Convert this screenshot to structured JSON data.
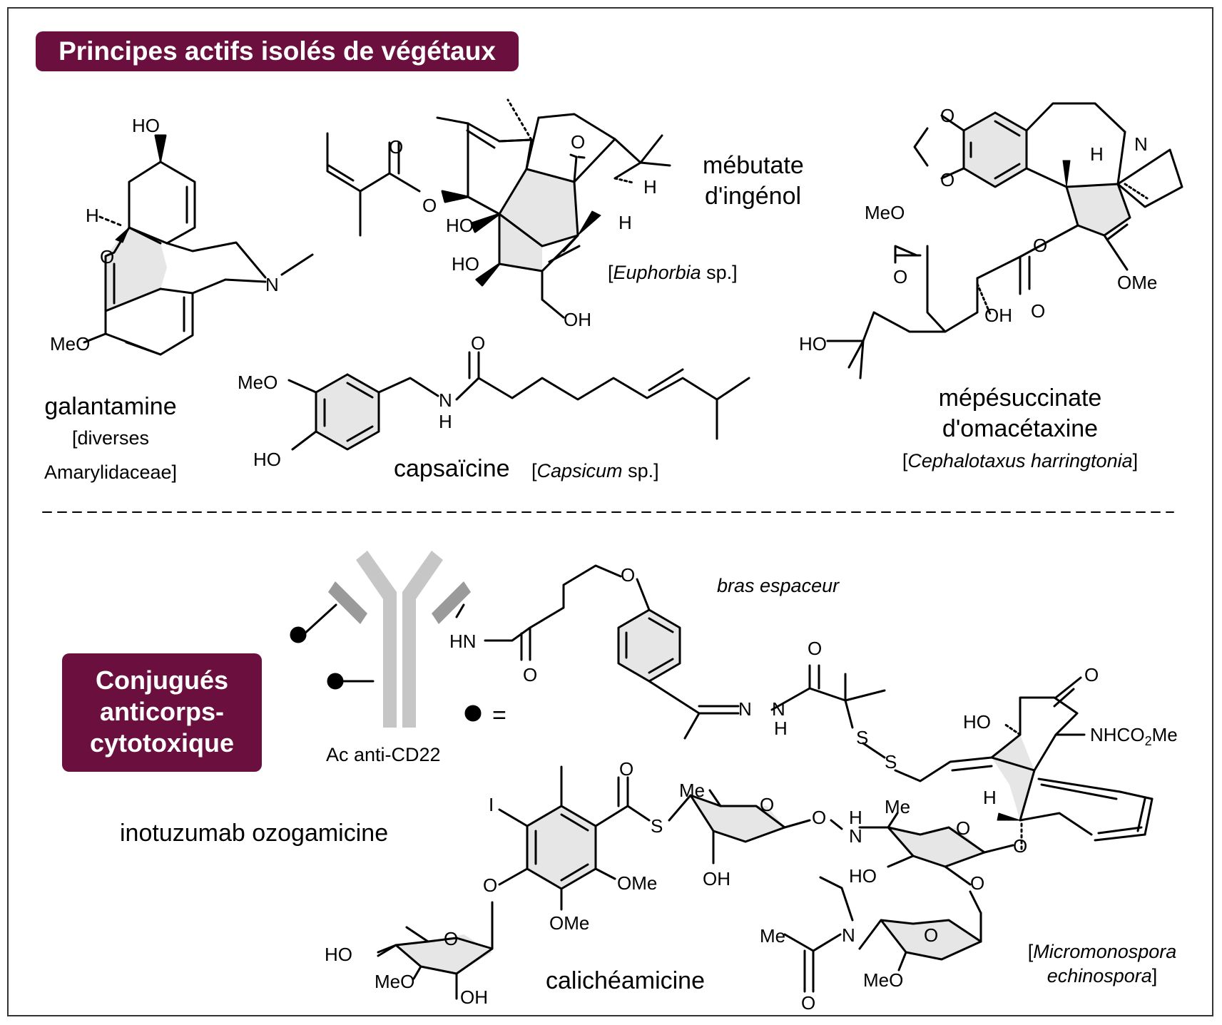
{
  "header": {
    "title": "Principes actifs isolés de végétaux"
  },
  "adc_badge": {
    "line1": "Conjugués",
    "line2": "anticorps-",
    "line3": "cytotoxique"
  },
  "compounds": {
    "galantamine": {
      "name": "galantamine",
      "source_line1": "[diverses",
      "source_line2": "Amarylidaceae]"
    },
    "ingenol": {
      "name_line1": "mébutate",
      "name_line2": "d'ingénol",
      "source_genus": "Euphorbia",
      "source_suffix": "sp.]"
    },
    "omacetaxine": {
      "name_line1": "mépésuccinate",
      "name_line2": "d'omacétaxine",
      "source_species": "Cephalotaxus harringtonia"
    },
    "capsaicin": {
      "name": "capsaïcine",
      "source_genus": "Capsicum",
      "source_suffix": "sp.]"
    },
    "calicheamicin": {
      "name": "calichéamicine",
      "source_species_line1": "Micromonospora",
      "source_species_line2": "echinospora"
    }
  },
  "adc": {
    "drug_name": "inotuzumab ozogamicine",
    "antibody_label": "Ac anti-CD22",
    "spacer_label": "bras espaceur",
    "equals_sign": "="
  },
  "atom_labels": {
    "ho": "HO",
    "oh": "OH",
    "o": "O",
    "n": "N",
    "h": "H",
    "s": "S",
    "i": "I",
    "meo": "MeO",
    "ome": "OMe",
    "me": "Me",
    "hn": "HN",
    "nhco2me": "NHCO2Me"
  },
  "colors": {
    "accent": "#6b0f3f",
    "ring_fill": "#e6e6e6",
    "antibody_light": "#c6c6c6",
    "antibody_dark": "#9a9a9a",
    "border": "#333333"
  }
}
